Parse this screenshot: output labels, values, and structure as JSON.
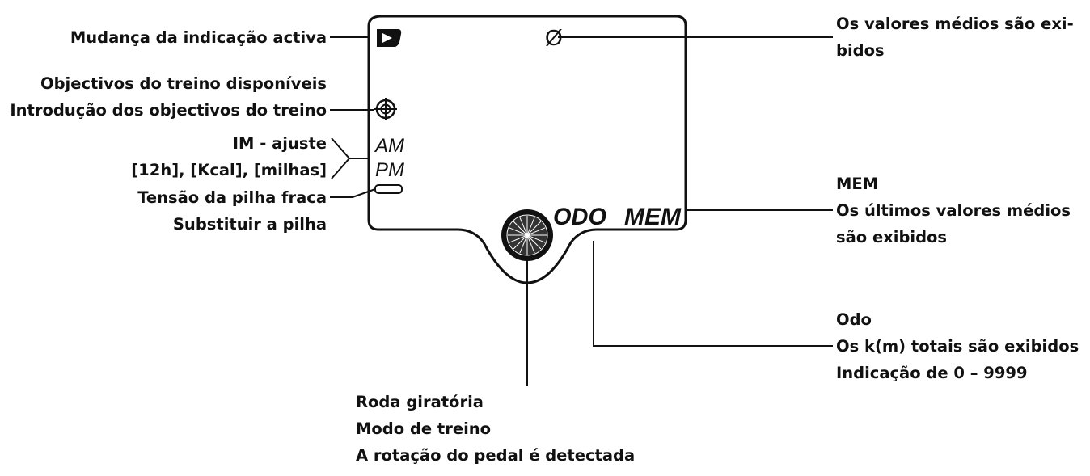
{
  "display": {
    "symbols": {
      "average_symbol": "Ø",
      "am": "AM",
      "pm": "PM",
      "odo": "ODO",
      "mem": "MEM"
    },
    "icons": [
      "play-arrow-icon",
      "target-icon",
      "battery-icon",
      "spinning-wheel-icon"
    ]
  },
  "labels": {
    "mudanca": "Mudança da indicação activa",
    "objectivos_line1": "Objectivos do treino disponíveis",
    "objectivos_line2": "Introdução dos objectivos do treino",
    "im_line1": "IM - ajuste",
    "im_line2": "[12h], [Kcal], [milhas]",
    "tensao_line1": "Tensão da pilha fraca",
    "tensao_line2": "Substituir a pilha",
    "medios_line1": "Os valores médios são exi-",
    "medios_line2": "bidos",
    "mem_title": "MEM",
    "mem_line1": "Os últimos valores médios",
    "mem_line2": "são exibidos",
    "odo_title": "Odo",
    "odo_line1": "Os k(m) totais são exibidos",
    "odo_line2": "Indicação de 0 – 9999",
    "roda_line1": "Roda giratória",
    "roda_line2": "Modo de treino",
    "roda_line3": "A rotação do pedal é detectada"
  }
}
